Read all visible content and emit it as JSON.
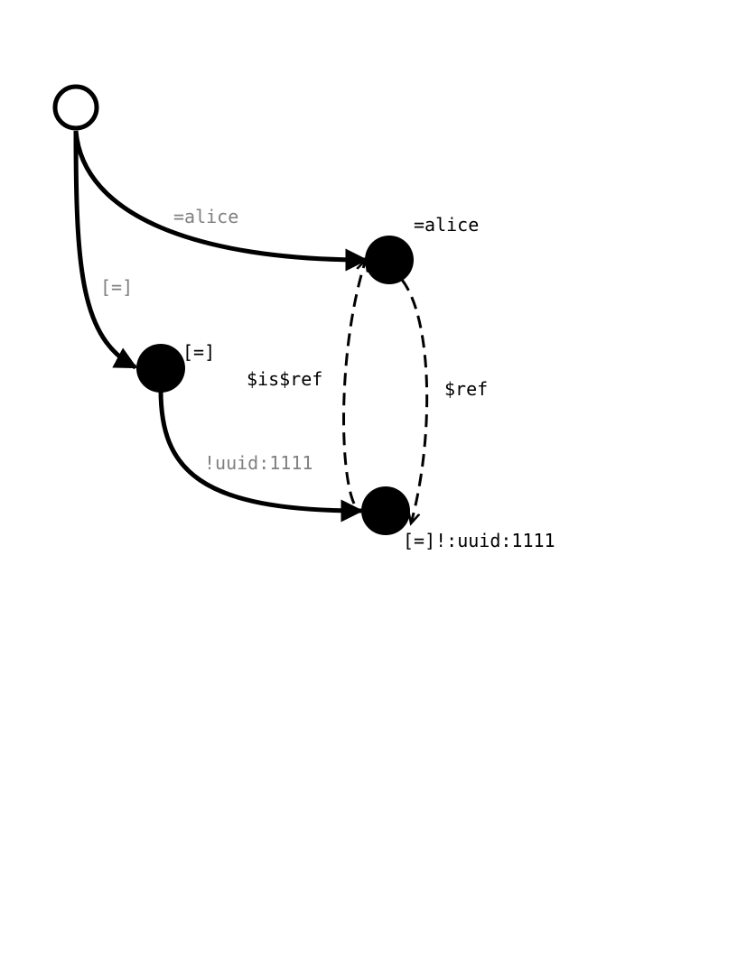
{
  "colors": {
    "ink": "#000000",
    "muted_label": "#808080",
    "background": "#ffffff"
  },
  "nodes": {
    "root": {
      "label": "",
      "style": "hollow"
    },
    "alice": {
      "label": "=alice",
      "style": "filled"
    },
    "list": {
      "label": "[=]",
      "style": "filled"
    },
    "uuid": {
      "label": "[=]!:uuid:1111",
      "style": "filled"
    }
  },
  "edges": {
    "root_to_alice": {
      "label": "=alice",
      "style": "solid"
    },
    "root_to_list": {
      "label": "[=]",
      "style": "solid"
    },
    "list_to_uuid": {
      "label": "!uuid:1111",
      "style": "solid"
    },
    "uuid_to_alice": {
      "label": "$is$ref",
      "style": "dashed"
    },
    "alice_to_uuid": {
      "label": "$ref",
      "style": "dashed"
    }
  }
}
